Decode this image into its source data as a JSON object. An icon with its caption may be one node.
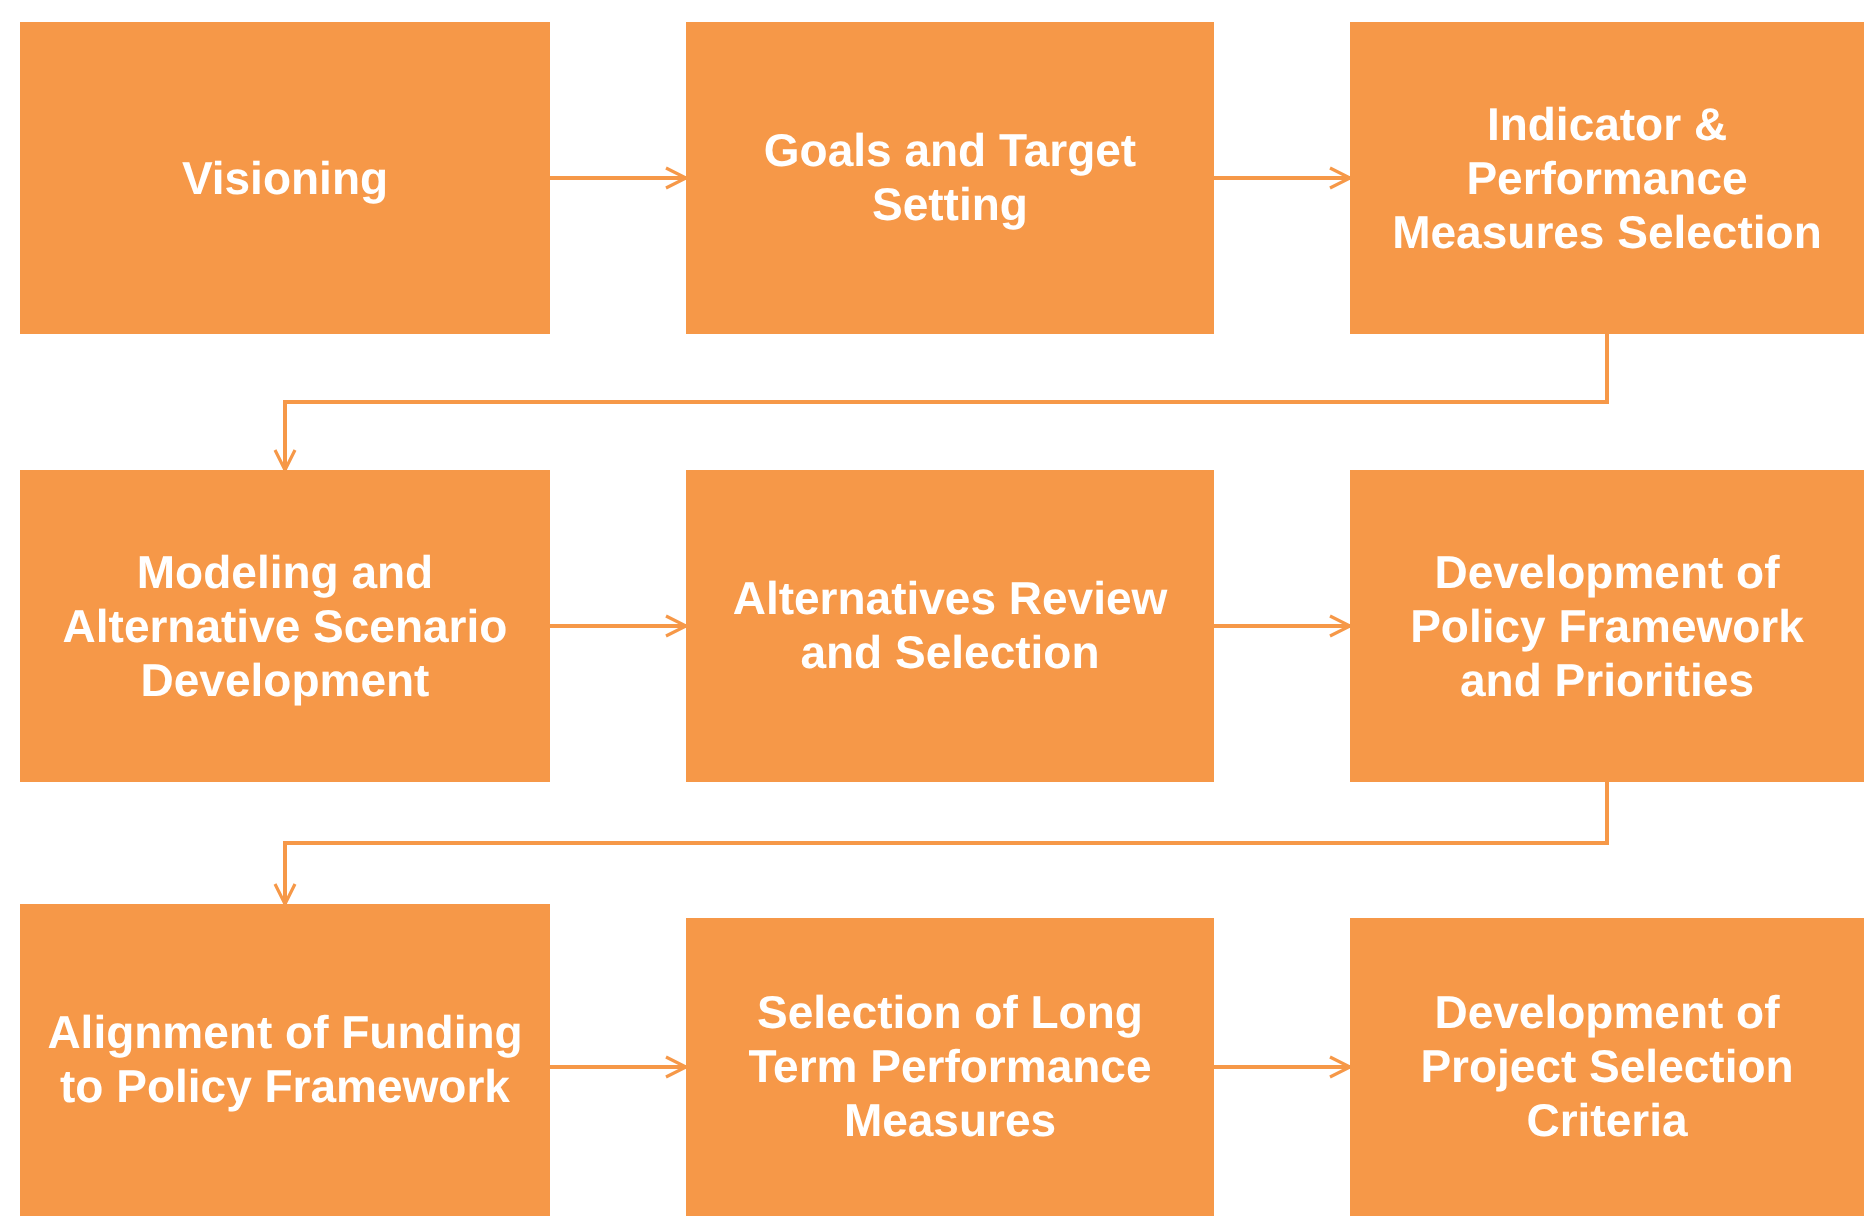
{
  "diagram": {
    "nodes": [
      {
        "text": [
          "Visioning"
        ]
      },
      {
        "text": [
          "Goals and Target Setting"
        ]
      },
      {
        "text": [
          "Indicator & Performance Measures Selection"
        ]
      },
      {
        "text": [
          "Modeling and Alternative Scenario Development"
        ]
      },
      {
        "text": [
          "Alternatives Review and Selection"
        ]
      },
      {
        "text": [
          "Development of Policy Framework and Priorities"
        ]
      },
      {
        "text": [
          "Alignment of Funding to Policy Framework"
        ]
      },
      {
        "text": [
          "Selection of Long Term Performance Measures"
        ]
      },
      {
        "text": [
          "Development of Project Selection Criteria"
        ]
      }
    ],
    "edges": [
      {
        "from": 0,
        "to": 1,
        "arrow": "to"
      },
      {
        "from": 1,
        "to": 2,
        "arrow": "to"
      },
      {
        "from": 2,
        "to": 3,
        "arrow": "to"
      },
      {
        "from": 3,
        "to": 4,
        "arrow": "to"
      },
      {
        "from": 4,
        "to": 5,
        "arrow": "to"
      },
      {
        "from": 5,
        "to": 6,
        "arrow": "to"
      },
      {
        "from": 6,
        "to": 7,
        "arrow": "to"
      },
      {
        "from": 7,
        "to": 8,
        "arrow": "to"
      }
    ]
  }
}
